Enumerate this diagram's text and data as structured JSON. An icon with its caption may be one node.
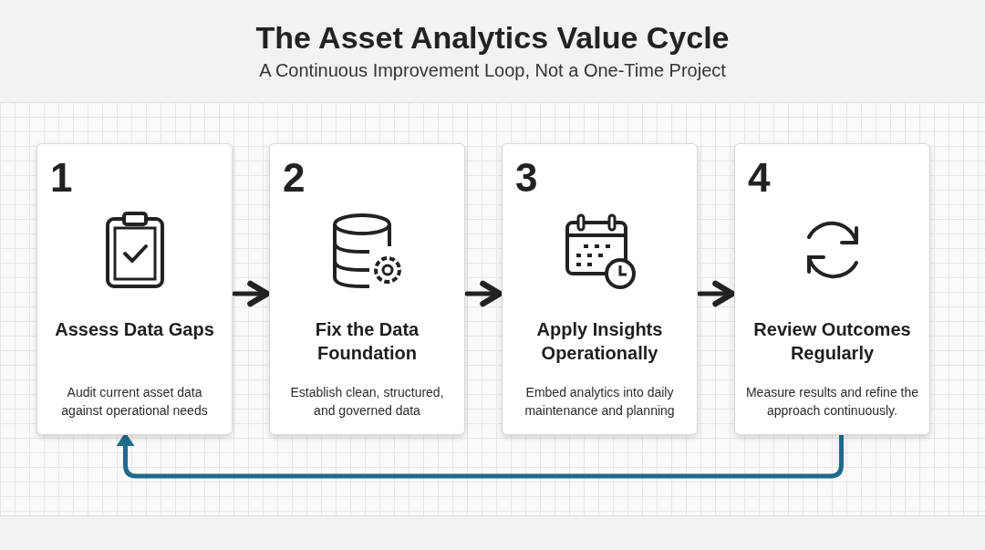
{
  "diagram": {
    "title": "The Asset Analytics Value Cycle",
    "caption": "A Continuous Improvement Loop, Not a One-Time Project",
    "nodes": [
      {
        "text": [
          "1",
          "Assess Data Gaps",
          "Audit current asset data against operational needs"
        ]
      },
      {
        "text": [
          "2",
          "Fix the Data Foundation",
          "Establish clean, structured, and governed data"
        ]
      },
      {
        "text": [
          "3",
          "Apply Insights Operationally",
          "Embed analytics into daily maintenance and planning"
        ]
      },
      {
        "text": [
          "4",
          "Review Outcomes Regularly",
          "Measure results and refine the approach continuously."
        ]
      }
    ],
    "edges": [
      {
        "from": 0,
        "to": 1,
        "arrow": "to"
      },
      {
        "from": 1,
        "to": 2,
        "arrow": "to"
      },
      {
        "from": 2,
        "to": 3,
        "arrow": "to"
      },
      {
        "from": 3,
        "to": 0,
        "arrow": "to",
        "color": "#1e6b8c"
      }
    ]
  }
}
